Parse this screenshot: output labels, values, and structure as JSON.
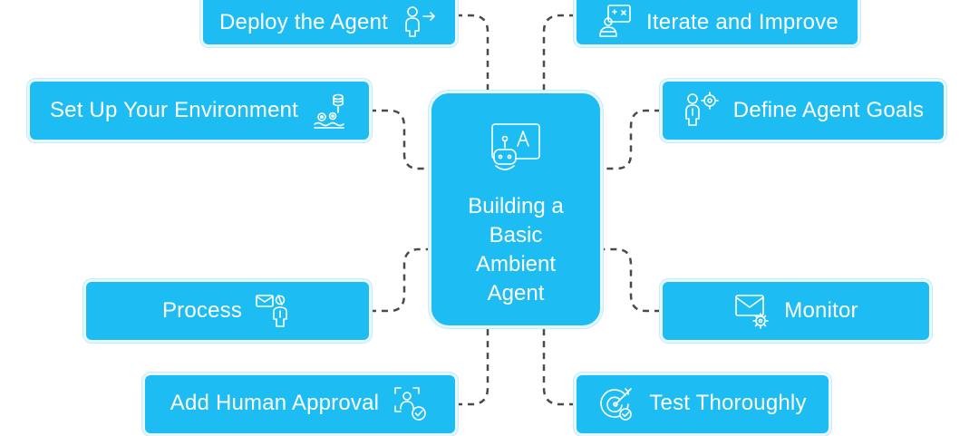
{
  "center": {
    "title": "Building a\nBasic\nAmbient\nAgent",
    "icon": "robot-screen-icon"
  },
  "steps": [
    {
      "label": "Deploy the Agent",
      "icon": "person-arrow-icon"
    },
    {
      "label": "Iterate and Improve",
      "icon": "strategy-board-icon"
    },
    {
      "label": "Set Up Your Environment",
      "icon": "database-gears-icon"
    },
    {
      "label": "Define Agent Goals",
      "icon": "person-target-icon"
    },
    {
      "label": "Process",
      "icon": "person-mail-icon"
    },
    {
      "label": "Monitor",
      "icon": "mail-gear-icon"
    },
    {
      "label": "Add Human Approval",
      "icon": "approval-check-icon"
    },
    {
      "label": "Test Thoroughly",
      "icon": "target-check-icon"
    }
  ],
  "colors": {
    "node_fill": "#1dbcf2",
    "text": "#ffffff",
    "connector": "#4a4a4a"
  }
}
